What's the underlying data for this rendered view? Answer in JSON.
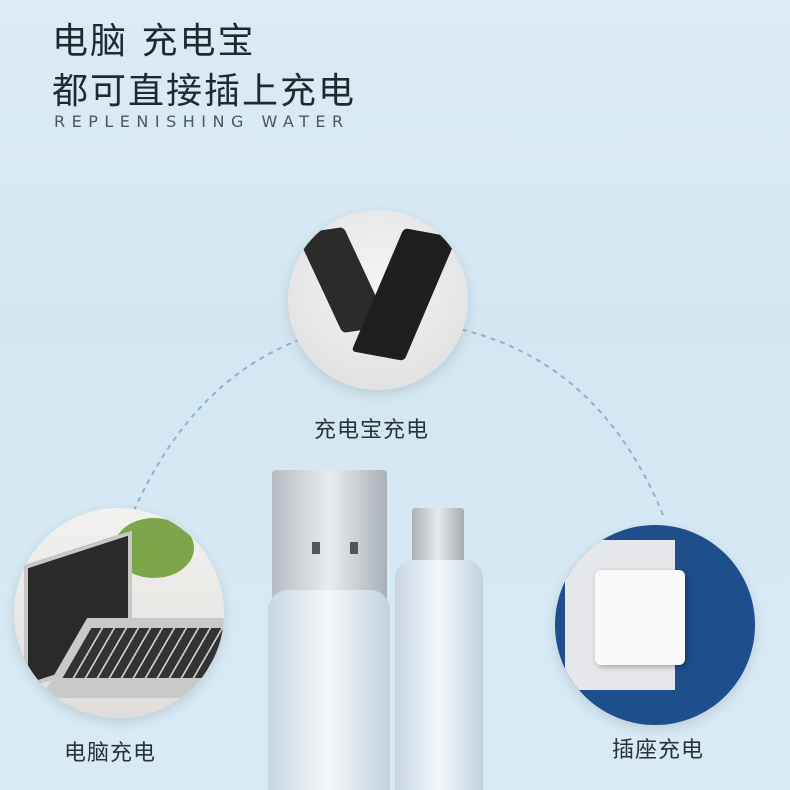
{
  "headline": {
    "line1": "电脑 充电宝",
    "line2": "都可直接插上充电",
    "subtitle": "REPLENISHING WATER"
  },
  "captions": {
    "power_bank": "充电宝充电",
    "laptop": "电脑充电",
    "socket": "插座充电"
  },
  "colors": {
    "background": "#d6e9f4",
    "dashed_arc": "#8fb3c8",
    "socket_bg": "#1f4e8c"
  }
}
